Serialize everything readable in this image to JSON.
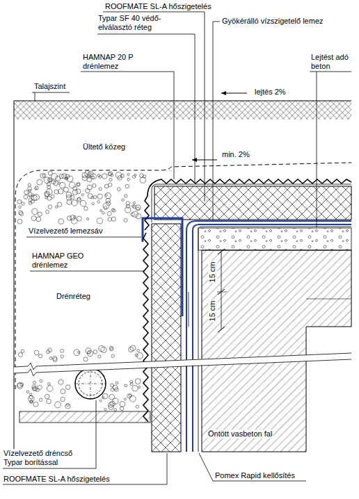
{
  "diagram": {
    "labels": [
      "ROOFMATE SL-A hőszigetelés",
      "Typar SF 40 védő-elválasztó réteg",
      "Gyökérálló vízszigetelő lemez",
      "HAMNAP 20 P drénlemez",
      "Lejtést adó beton",
      "Talajszint",
      "lejtés 2%",
      "Ültető közeg",
      "min. 2%",
      "Vízelvezető lemezsáv",
      "HAMNAP GEO drénlemez",
      "Drénréteg",
      "15 cm",
      "15 cm",
      "Öntött vasbeton fal",
      "Vízelvezető dréncső Typar borítással",
      "ROOFMATE SL-A hőszigetelés",
      "Pomex Rapid kellősítés"
    ]
  }
}
